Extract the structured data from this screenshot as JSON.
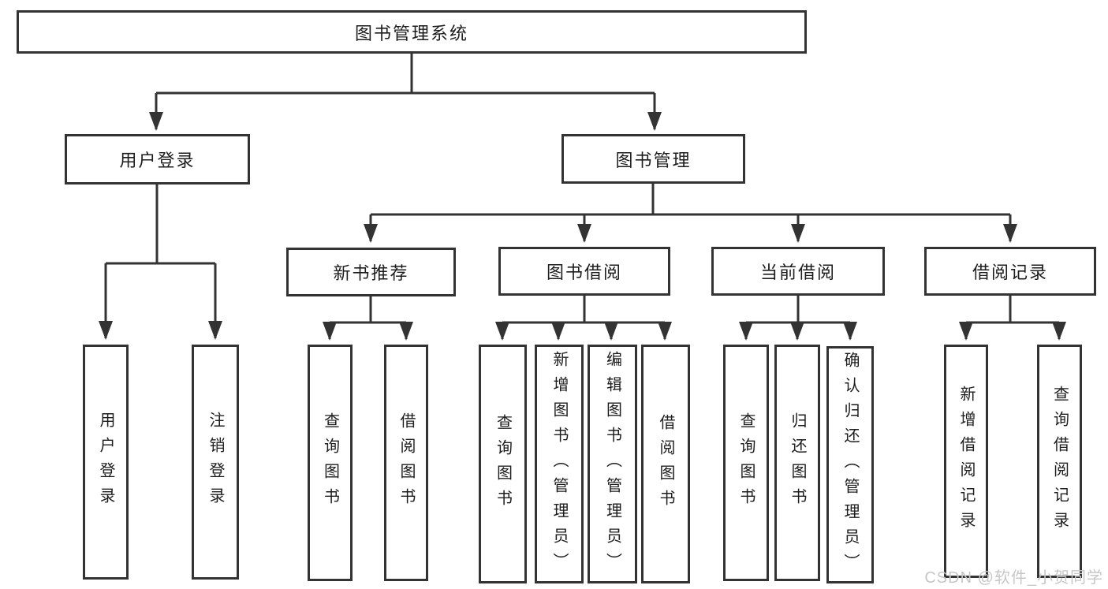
{
  "tree": {
    "root": "图书管理系统",
    "children": [
      {
        "label": "用户登录",
        "children": [
          {
            "label": "用户登录"
          },
          {
            "label": "注销登录"
          }
        ]
      },
      {
        "label": "图书管理",
        "children": [
          {
            "label": "新书推荐",
            "children": [
              {
                "label": "查询图书"
              },
              {
                "label": "借阅图书"
              }
            ]
          },
          {
            "label": "图书借阅",
            "children": [
              {
                "label": "查询图书"
              },
              {
                "label": "新增图书（管理员）"
              },
              {
                "label": "编辑图书（管理员）"
              },
              {
                "label": "借阅图书"
              }
            ]
          },
          {
            "label": "当前借阅",
            "children": [
              {
                "label": "查询图书"
              },
              {
                "label": "归还图书"
              },
              {
                "label": "确认归还（管理员）"
              }
            ]
          },
          {
            "label": "借阅记录",
            "children": [
              {
                "label": "新增借阅记录"
              },
              {
                "label": "查询借阅记录"
              }
            ]
          }
        ]
      }
    ]
  },
  "watermark": {
    "text": "CSDN @软件_小贺同学"
  },
  "colors": {
    "line": "#333333",
    "box_border": "#333333",
    "text": "#1d1d1d",
    "watermark": "#c7c7c7",
    "background": "#ffffff"
  }
}
